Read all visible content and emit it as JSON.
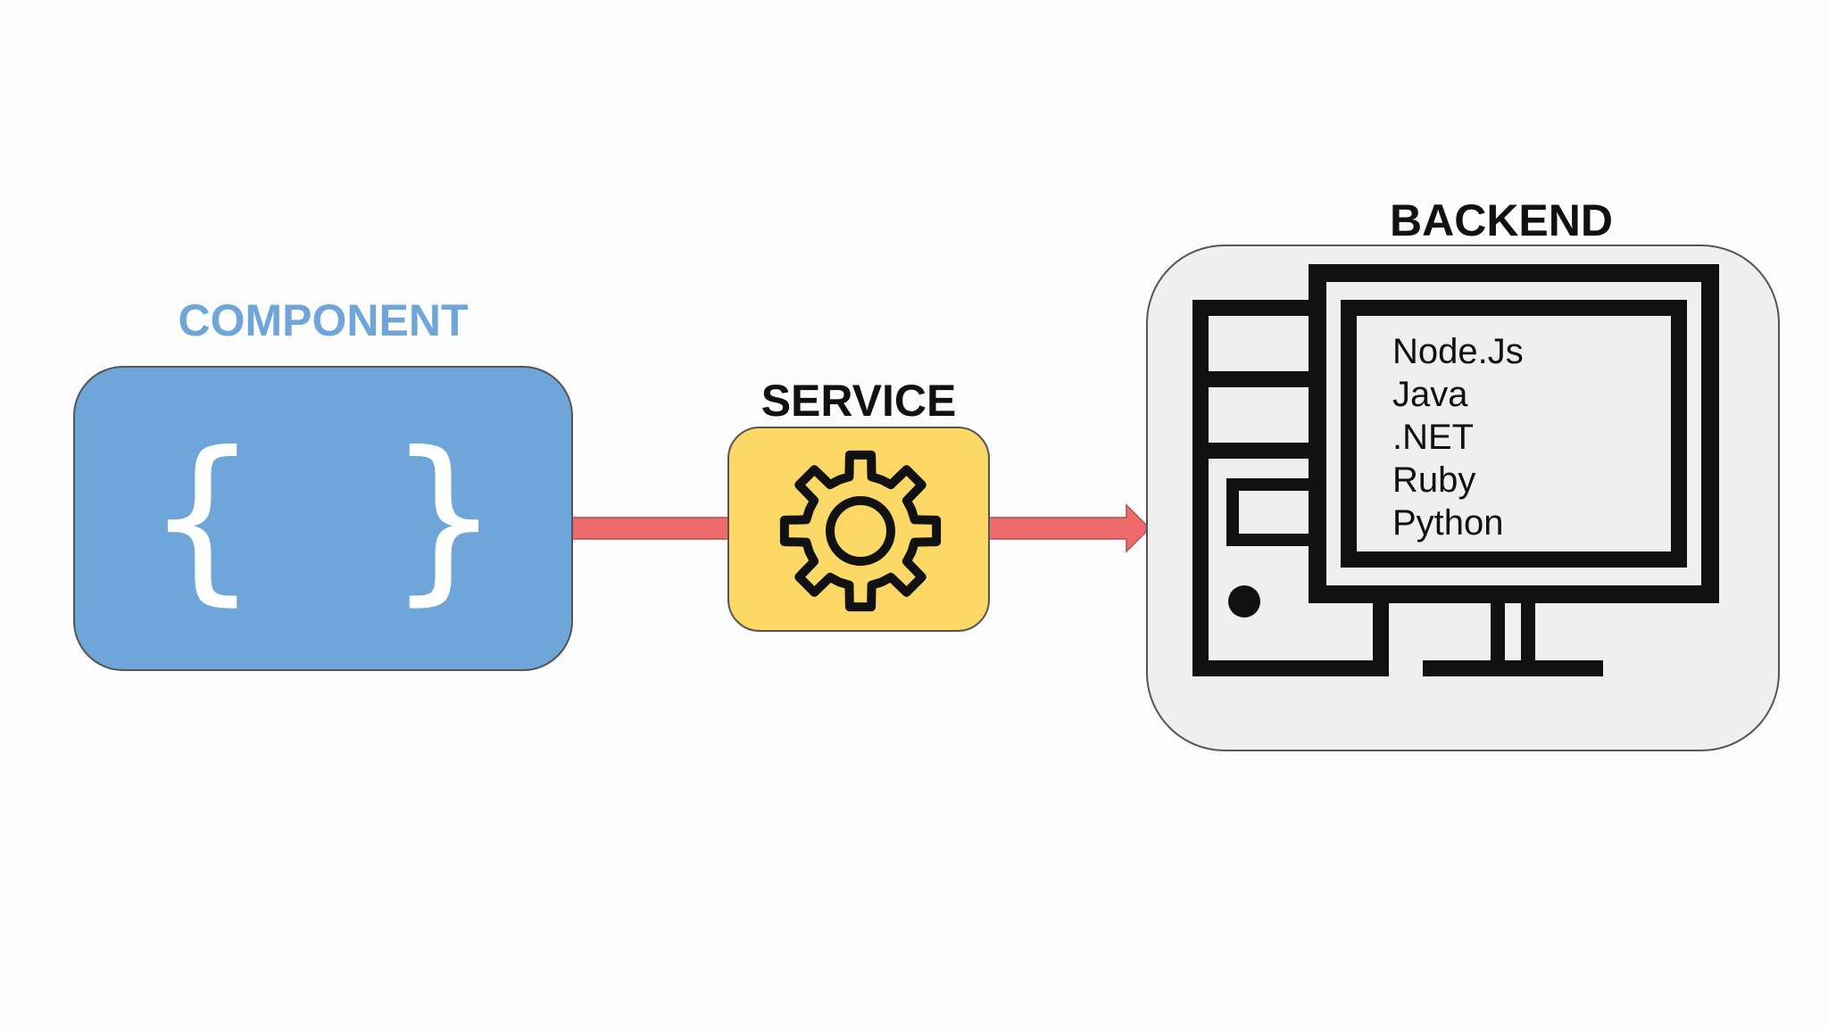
{
  "colors": {
    "component_fill": "#6fa6da",
    "component_title": "#6fa6da",
    "service_fill": "#fcd867",
    "backend_fill": "#efefef",
    "arrow": "#ee6b6b",
    "ink": "#111111",
    "braces": "#ffffff"
  },
  "component": {
    "title": "COMPONENT",
    "symbol": "{ }",
    "icon": "curly-braces-icon"
  },
  "service": {
    "title": "SERVICE",
    "icon": "gear-icon"
  },
  "backend": {
    "title": "BACKEND",
    "icon": "computer-monitor-icon",
    "technologies": [
      "Node.Js",
      "Java",
      ".NET",
      "Ruby",
      "Python"
    ]
  }
}
